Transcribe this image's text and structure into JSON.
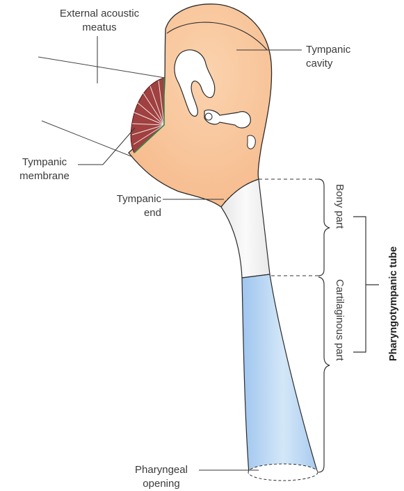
{
  "labels": {
    "external_acoustic_meatus": [
      "External acoustic",
      "meatus"
    ],
    "tympanic_cavity": [
      "Tympanic",
      "cavity"
    ],
    "tympanic_membrane": [
      "Tympanic",
      "membrane"
    ],
    "tympanic_end": [
      "Tympanic",
      "end"
    ],
    "bony_part": "Bony part",
    "cartilaginous_part": "Cartilaginous part",
    "pharyngotympanic_tube": "Pharyngotympanic tube",
    "pharyngeal_opening": [
      "Pharyngeal",
      "opening"
    ]
  },
  "colors": {
    "cavity_fill": "#f9c8a0",
    "cavity_outline": "#2a2a2a",
    "bony_tube": "#f4f4f4",
    "cartilage_tube": "#bcd8f3",
    "membrane": "#8e2a2a",
    "label_text": "#3a3a3a",
    "leader": "#333333"
  }
}
